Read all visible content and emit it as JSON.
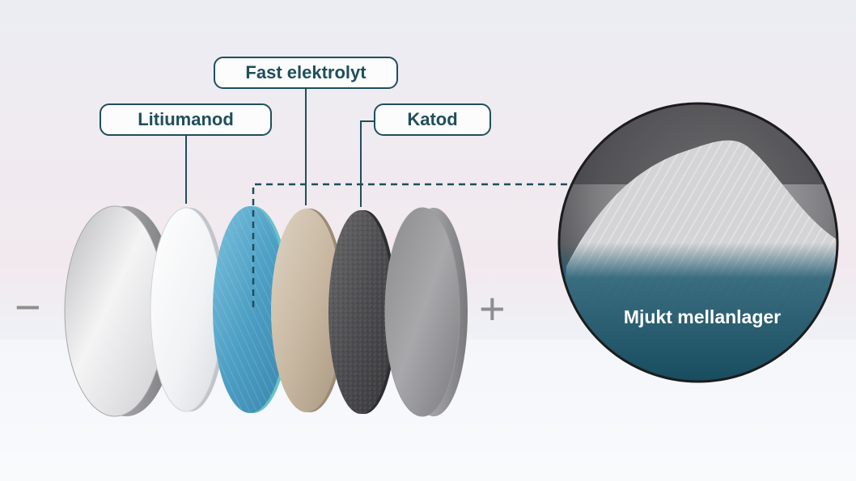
{
  "labels": {
    "anode": "Litiumanod",
    "electrolyte": "Fast elektrolyt",
    "cathode": "Katod"
  },
  "terminals": {
    "negative": "−",
    "positive": "+"
  },
  "zoom": {
    "caption": "Mjukt mellanlager"
  },
  "colors": {
    "label_border": "#1f4e5c",
    "arrow": "#1f4e5c",
    "electrolyte_layer": "#5aa5c7",
    "zoom_overlay": "#1f5a70",
    "terminal_sign": "#8e8e8e"
  },
  "icons": [
    "dashed-arrow-icon"
  ]
}
